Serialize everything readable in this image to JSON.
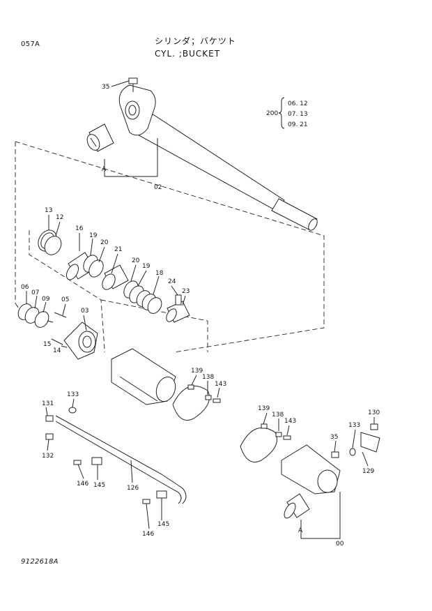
{
  "page_code": "057A",
  "title_jp": "シリンダ；バケツト",
  "title_en": "CYL. ;BUCKET",
  "footer_code": "9122618A",
  "variants": {
    "number": "200",
    "lines": [
      "06. 12",
      "07. 13",
      "09. 21"
    ]
  },
  "callouts": [
    {
      "text": "35"
    },
    {
      "text": "02"
    },
    {
      "text": "A"
    },
    {
      "text": "13"
    },
    {
      "text": "12"
    },
    {
      "text": "16"
    },
    {
      "text": "19"
    },
    {
      "text": "20"
    },
    {
      "text": "21"
    },
    {
      "text": "20"
    },
    {
      "text": "19"
    },
    {
      "text": "18"
    },
    {
      "text": "24"
    },
    {
      "text": "23"
    },
    {
      "text": "06"
    },
    {
      "text": "07"
    },
    {
      "text": "09"
    },
    {
      "text": "05"
    },
    {
      "text": "03"
    },
    {
      "text": "15"
    },
    {
      "text": "14"
    },
    {
      "text": "139"
    },
    {
      "text": "138"
    },
    {
      "text": "143"
    },
    {
      "text": "133"
    },
    {
      "text": "131"
    },
    {
      "text": "132"
    },
    {
      "text": "146"
    },
    {
      "text": "145"
    },
    {
      "text": "126"
    },
    {
      "text": "145"
    },
    {
      "text": "146"
    },
    {
      "text": "139"
    },
    {
      "text": "138"
    },
    {
      "text": "143"
    },
    {
      "text": "35"
    },
    {
      "text": "133"
    },
    {
      "text": "130"
    },
    {
      "text": "129"
    },
    {
      "text": "A"
    },
    {
      "text": "00"
    }
  ]
}
